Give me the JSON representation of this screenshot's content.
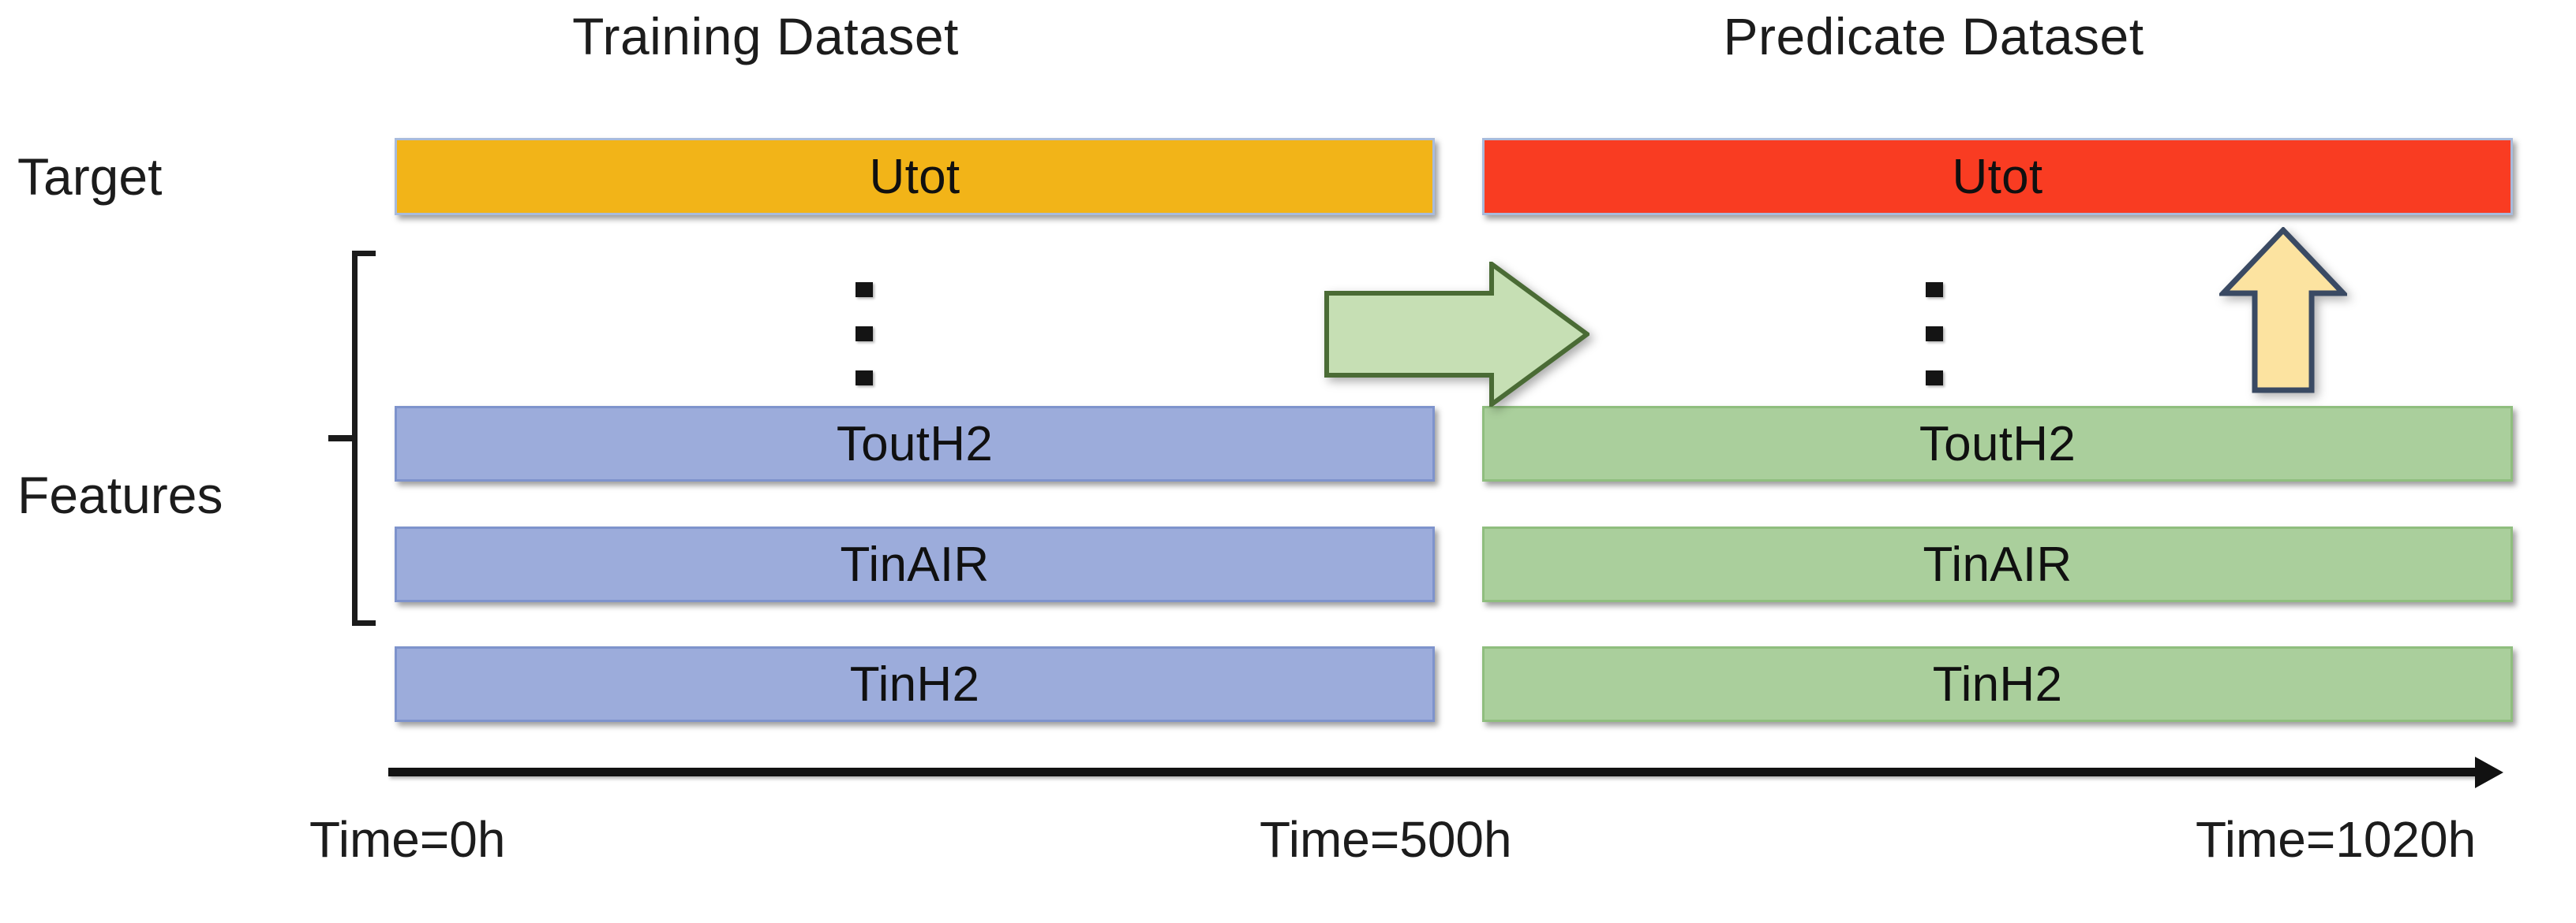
{
  "figure": {
    "type": "timeline-dataset-split-diagram",
    "background": "#ffffff"
  },
  "headings": {
    "training": "Training Dataset",
    "predicate": "Predicate Dataset"
  },
  "row_labels": {
    "target": "Target",
    "features": "Features"
  },
  "colors": {
    "training_target": "#F2B418",
    "predicate_target": "#F93C22",
    "training_feature": "#9CACDB",
    "predicate_feature": "#AACF9C",
    "transfer_arrow_fill": "#C6DFB4",
    "transfer_arrow_stroke": "#4A6B35",
    "predict_arrow_fill": "#FCE3A0",
    "predict_arrow_stroke": "#3A4A63",
    "axis": "#111111",
    "text": "#1c1c1c"
  },
  "columns": [
    {
      "id": "training",
      "heading": "Training Dataset",
      "target": {
        "label": "Utot",
        "color": "#F2B418"
      },
      "ellipsis": "⋮",
      "features": [
        {
          "label": "ToutH2",
          "color": "#9CACDB"
        },
        {
          "label": "TinAIR",
          "color": "#9CACDB"
        },
        {
          "label": "TinH2",
          "color": "#9CACDB"
        }
      ]
    },
    {
      "id": "predicate",
      "heading": "Predicate Dataset",
      "target": {
        "label": "Utot",
        "color": "#F93C22"
      },
      "ellipsis": "⋮",
      "features": [
        {
          "label": "ToutH2",
          "color": "#AACF9C"
        },
        {
          "label": "TinAIR",
          "color": "#AACF9C"
        },
        {
          "label": "TinH2",
          "color": "#AACF9C"
        }
      ]
    }
  ],
  "arrows": {
    "transfer": {
      "name": "right-arrow",
      "direction": "right"
    },
    "predict": {
      "name": "up-arrow",
      "direction": "up"
    }
  },
  "timeline": {
    "direction": "right",
    "ticks": [
      {
        "label": "Time=0h",
        "value": 0
      },
      {
        "label": "Time=500h",
        "value": 500
      },
      {
        "label": "Time=1020h",
        "value": 1020
      }
    ]
  }
}
